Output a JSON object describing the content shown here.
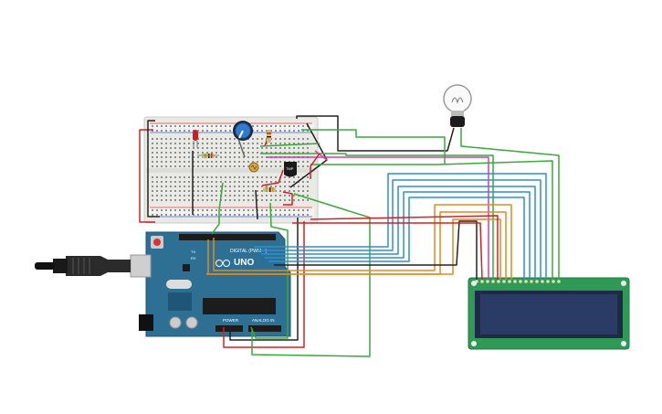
{
  "arduino": {
    "brand": "UNO",
    "digital_label": "DIGITAL (PWM ~)",
    "power_label": "POWER",
    "analog_label": "ANALOG IN",
    "tx_label": "TX",
    "rx_label": "RX",
    "board_color": "#2e6f94"
  },
  "temp_sensor": {
    "label": "TMP"
  },
  "lcd": {
    "text_line1": "",
    "text_line2": "",
    "pcb_color": "#2f9a56",
    "screen_color": "#283a62"
  },
  "colors": {
    "wire_red": "#d32020",
    "wire_black": "#222222",
    "wire_green": "#3aa83a",
    "wire_blue": "#2d8fd0",
    "wire_orange": "#e08a1e",
    "wire_magenta": "#d43cb0",
    "wire_gray": "#888888"
  }
}
